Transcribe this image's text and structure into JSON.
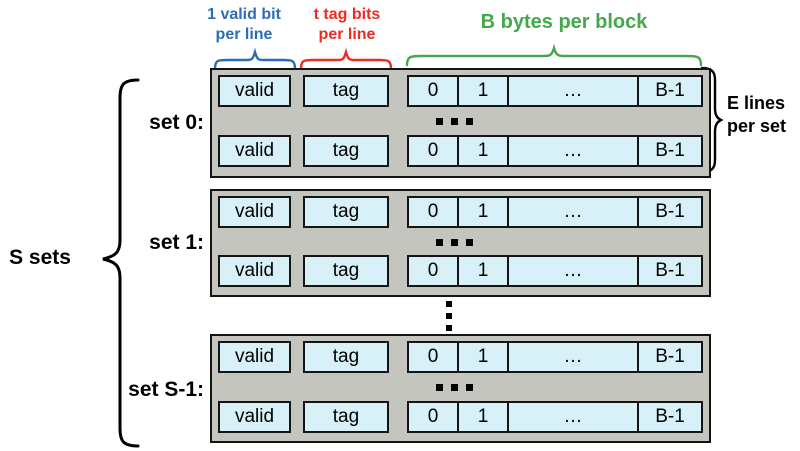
{
  "top_labels": {
    "valid": {
      "line1": "1 valid bit",
      "line2": "per line",
      "color": "#2e6db4"
    },
    "tag": {
      "line1": "t tag bits",
      "line2": "per line",
      "color": "#ee2b22"
    },
    "block": {
      "line1": "B bytes per block",
      "color": "#43a94b"
    }
  },
  "left_label": "S sets",
  "right_label": {
    "line1": "E lines",
    "line2": "per set"
  },
  "sets": [
    {
      "label": "set 0:"
    },
    {
      "label": "set 1:"
    },
    {
      "label": "set S-1:"
    }
  ],
  "cells": {
    "valid": "valid",
    "tag": "tag",
    "block": [
      "0",
      "1",
      "…",
      "B-1"
    ]
  },
  "icons": {
    "lines_ellipsis": "…",
    "sets_ellipsis": "⋮"
  },
  "colors": {
    "set_box_fill": "#c4c5be",
    "cell_fill": "#d8f1f8",
    "border": "#141414",
    "valid_label": "#2e6db4",
    "tag_label": "#ee2b22",
    "block_label": "#43a94b"
  }
}
